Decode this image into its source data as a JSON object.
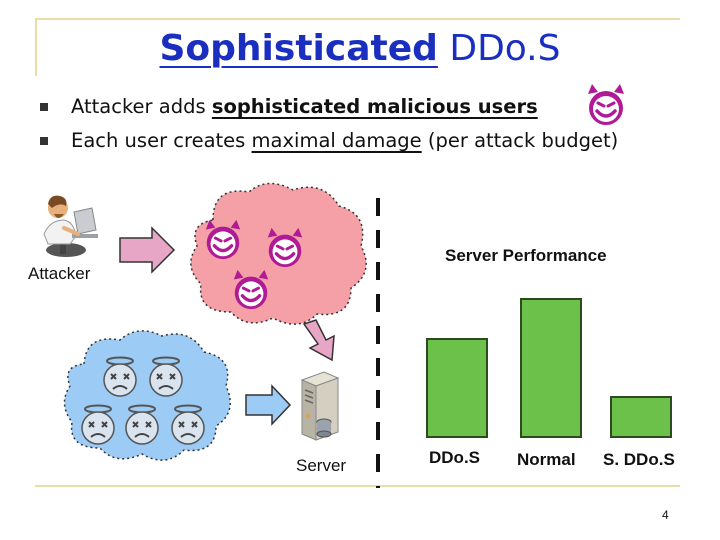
{
  "title": {
    "emphasis": "Sophisticated",
    "rest": " DDo.S"
  },
  "bullets": [
    {
      "plain1": "Attacker adds ",
      "emph": "sophisticated malicious users",
      "plain2": ""
    },
    {
      "plain1": "Each user creates ",
      "emph": "maximal damage",
      "plain2": " (per attack budget)"
    }
  ],
  "labels": {
    "attacker": "Attacker",
    "server": "Server"
  },
  "chart_data": {
    "type": "bar",
    "title": "Server Performance",
    "categories": [
      "DDo.S",
      "Normal",
      "S. DDo.S"
    ],
    "values": [
      0.45,
      0.63,
      0.19
    ],
    "ylim": [
      0,
      1
    ],
    "colors": {
      "bar": "#6cc14a",
      "edge": "#2d4a20"
    }
  },
  "colors": {
    "title": "#1a2fc0",
    "devil": "#b01a96",
    "red_cloud": "#f4a0a6",
    "blue_cloud": "#9ccbf5",
    "arrow": "#e8a6c6"
  },
  "page_number": "4"
}
